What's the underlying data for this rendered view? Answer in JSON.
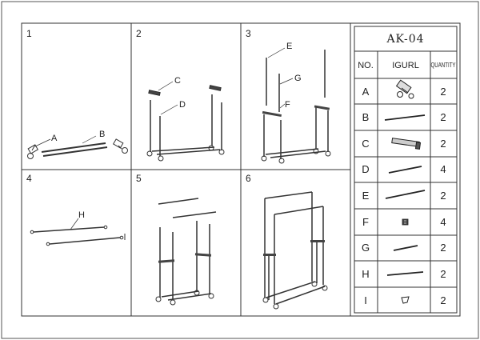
{
  "panels": [
    {
      "number": "1",
      "labels": [
        "A",
        "B"
      ]
    },
    {
      "number": "2",
      "labels": [
        "C",
        "D"
      ]
    },
    {
      "number": "3",
      "labels": [
        "E",
        "G",
        "F"
      ]
    },
    {
      "number": "4",
      "labels": [
        "H"
      ]
    },
    {
      "number": "5",
      "labels": []
    },
    {
      "number": "6",
      "labels": []
    }
  ],
  "parts_table": {
    "title": "AK-04",
    "headers": {
      "no": "NO.",
      "figure": "IGURL",
      "quantity": "QUANTITY"
    },
    "rows": [
      {
        "no": "A",
        "quantity": "2",
        "icon": "caster-wheel-icon"
      },
      {
        "no": "B",
        "quantity": "2",
        "icon": "long-tube-icon"
      },
      {
        "no": "C",
        "quantity": "2",
        "icon": "connector-bracket-icon"
      },
      {
        "no": "D",
        "quantity": "4",
        "icon": "upright-tube-icon"
      },
      {
        "no": "E",
        "quantity": "2",
        "icon": "top-tube-icon"
      },
      {
        "no": "F",
        "quantity": "4",
        "icon": "clamp-icon"
      },
      {
        "no": "G",
        "quantity": "2",
        "icon": "short-tube-icon"
      },
      {
        "no": "H",
        "quantity": "2",
        "icon": "hanging-rail-icon"
      },
      {
        "no": "I",
        "quantity": "2",
        "icon": "end-cap-icon"
      }
    ]
  }
}
